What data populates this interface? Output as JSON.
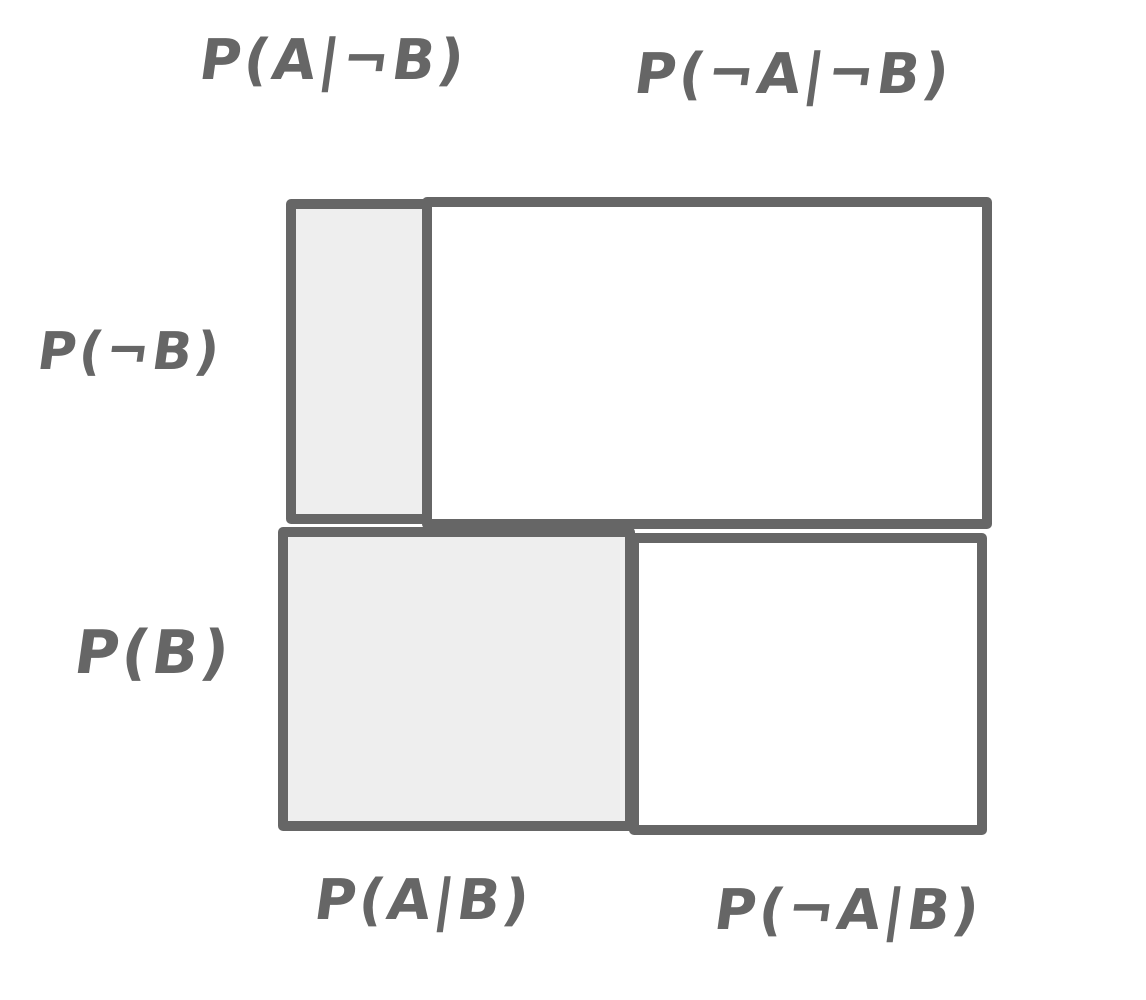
{
  "labels": {
    "top_left": "P(A|¬B)",
    "top_right": "P(¬A|¬B)",
    "left_top": "P(¬B)",
    "left_bottom": "P(B)",
    "bottom_left": "P(A|B)",
    "bottom_right": "P(¬A|B)"
  },
  "colors": {
    "stroke": "#666666",
    "shaded_fill": "#eeeeee",
    "plain_fill": "#ffffff"
  }
}
